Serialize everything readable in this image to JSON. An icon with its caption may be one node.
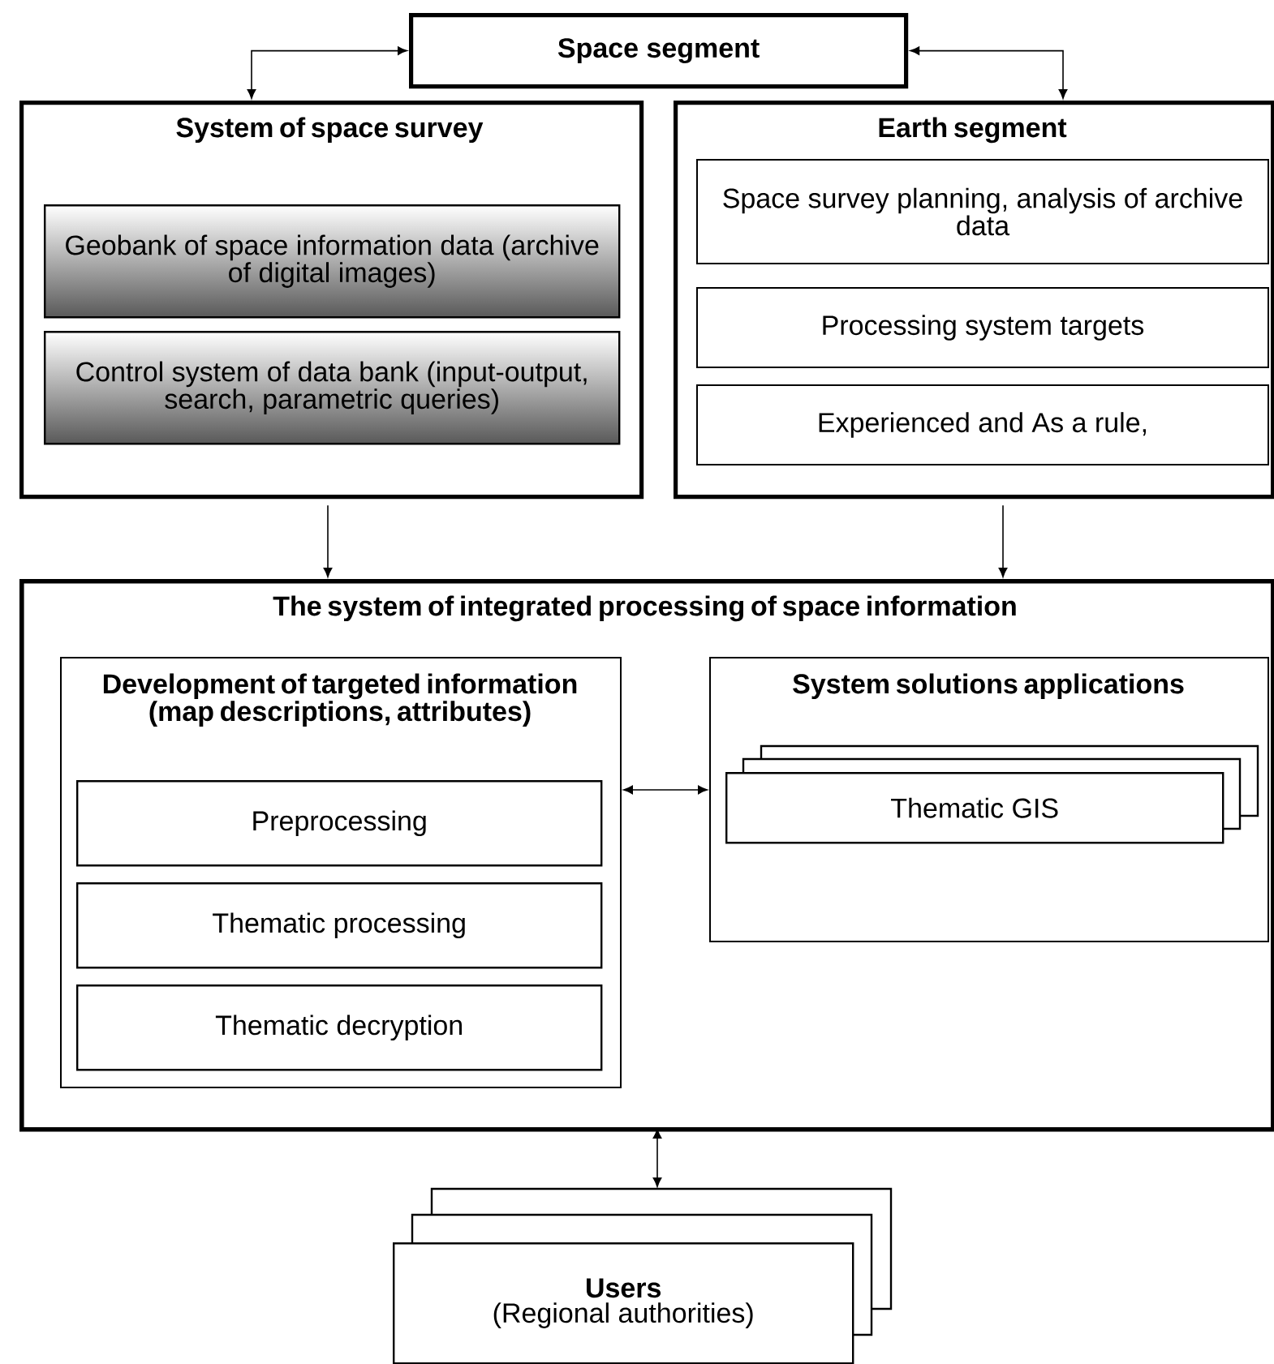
{
  "diagram": {
    "nodes": [
      {
        "text": [
          "Space segment"
        ]
      },
      {
        "text": [
          "System of space survey"
        ]
      },
      {
        "text": [
          "Geobank of space information data (archive of digital images)"
        ],
        "in": 1
      },
      {
        "text": [
          "Control system of data bank (input-output, search, parametric queries)"
        ],
        "in": 1
      },
      {
        "text": [
          "Earth segment"
        ]
      },
      {
        "text": [
          "Space survey planning, analysis of archive data"
        ],
        "in": 4
      },
      {
        "text": [
          "Processing system targets"
        ],
        "in": 4
      },
      {
        "text": [
          "Experienced and As a rule,"
        ],
        "in": 4
      },
      {
        "text": [
          "The system of integrated processing of space information"
        ]
      },
      {
        "text": [
          "Development of targeted information (map descriptions, attributes)"
        ],
        "in": 8
      },
      {
        "text": [
          "Preprocessing"
        ],
        "in": 9
      },
      {
        "text": [
          "Thematic processing"
        ],
        "in": 9
      },
      {
        "text": [
          "Thematic decryption"
        ],
        "in": 9
      },
      {
        "text": [
          "System solutions applications"
        ],
        "in": 8
      },
      {
        "text": [
          "Thematic GIS"
        ],
        "in": 13
      },
      {
        "text": [
          "Users",
          "(Regional authorities)"
        ]
      }
    ],
    "edges": [
      {
        "from": 0,
        "to": 1,
        "arrow": "both"
      },
      {
        "from": 0,
        "to": 4,
        "arrow": "both"
      },
      {
        "from": 1,
        "to": 8,
        "arrow": "to"
      },
      {
        "from": 4,
        "to": 8,
        "arrow": "to"
      },
      {
        "from": 9,
        "to": 13,
        "arrow": "both"
      },
      {
        "from": 8,
        "to": 15,
        "arrow": "both"
      }
    ]
  }
}
